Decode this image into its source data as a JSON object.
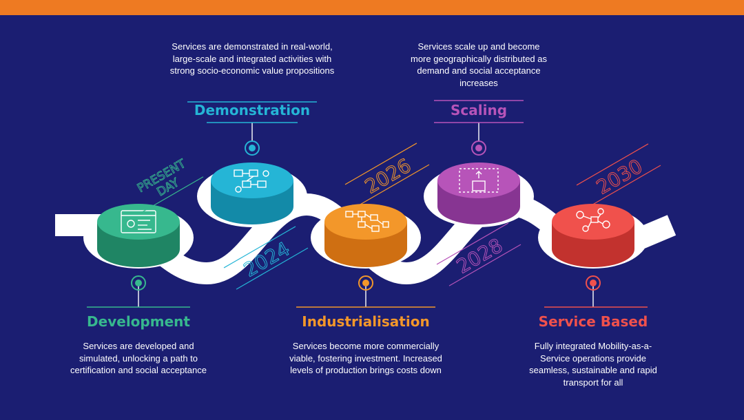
{
  "colors": {
    "background": "#1b1e72",
    "top_bar": "#ee7a22",
    "road": "#ffffff",
    "development": "#37b88e",
    "demonstration": "#25b5d6",
    "industrialisation": "#f3972a",
    "scaling": "#b754b9",
    "service_based": "#f0514c"
  },
  "stages": [
    {
      "key": "development",
      "title": "Development",
      "description": "Services are developed and simulated, unlocking a path to certification and social acceptance",
      "icon": "simulation-screen-icon"
    },
    {
      "key": "demonstration",
      "title": "Demonstration",
      "description": "Services are demonstrated in real-world, large-scale and integrated activities with strong socio-economic value propositions",
      "icon": "network-nodes-icon"
    },
    {
      "key": "industrialisation",
      "title": "Industrialisation",
      "description": "Services become more commercially viable, fostering investment. Increased levels of production brings costs down",
      "icon": "production-flow-icon"
    },
    {
      "key": "scaling",
      "title": "Scaling",
      "description": "Services scale up and become more geographically distributed as demand and social acceptance increases",
      "icon": "scale-up-icon"
    },
    {
      "key": "service_based",
      "title": "Service Based",
      "description": "Fully integrated Mobility-as-a-Service operations provide seamless, sustainable and rapid transport for all",
      "icon": "integrated-network-icon"
    }
  ],
  "timeline_labels": {
    "present": [
      "PRESENT",
      "DAY"
    ],
    "y2024": "2024",
    "y2026": "2026",
    "y2028": "2028",
    "y2030": "2030"
  }
}
